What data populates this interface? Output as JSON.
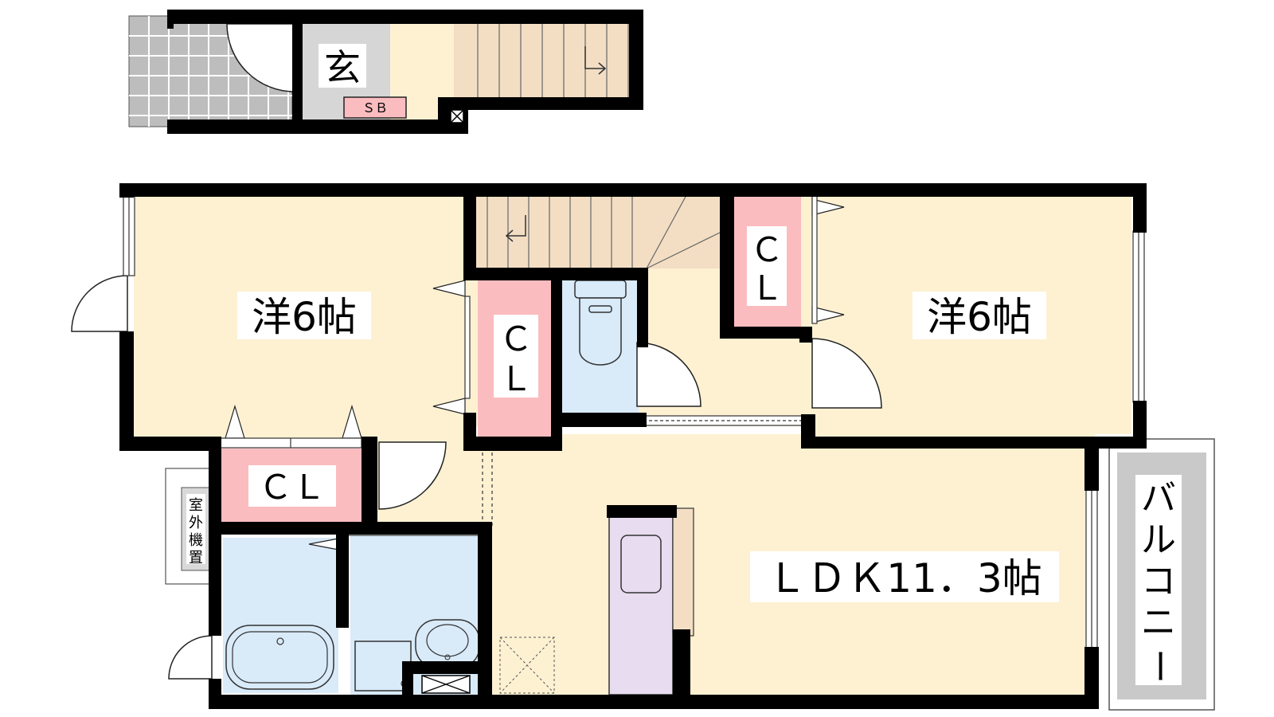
{
  "floor_plan": {
    "entrance_floor": {
      "entrance_label": "玄",
      "shoe_box_label": "ＳＢ"
    },
    "rooms": {
      "western_room_left": "洋6帖",
      "western_room_right": "洋6帖",
      "closet_center": [
        "Ｃ",
        "Ｌ"
      ],
      "closet_right": [
        "Ｃ",
        "Ｌ"
      ],
      "closet_bottom_left": "ＣＬ",
      "ldk": "ＬＤＫ11．3帖",
      "balcony": [
        "バ",
        "ル",
        "コ",
        "ニ",
        "ー"
      ],
      "outdoor_unit": [
        "室",
        "外",
        "機",
        "置"
      ]
    },
    "colors": {
      "room_floor": "#fdf1d2",
      "stairs": "#f3dec4",
      "closet": "#fbbcc0",
      "wet_area": "#d9eaf9",
      "kitchen": "#e8dcf0",
      "balcony": "#c9c9c9",
      "entrance": "#d9d9d9",
      "wall": "#000000"
    }
  }
}
